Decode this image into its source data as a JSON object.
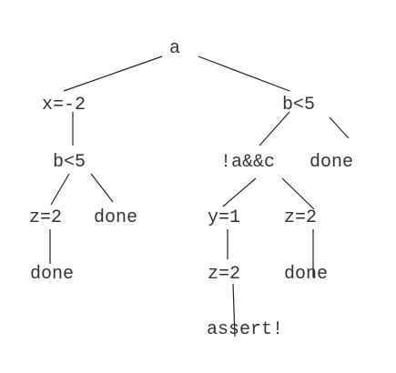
{
  "tree": {
    "root": "a",
    "nodes": {
      "a": "a",
      "x_eq_m2": "x=-2",
      "b_lt_5_right": "b<5",
      "b_lt_5_left": "b<5",
      "not_a_and_c": "!a&&c",
      "done_right_top": "done",
      "z_eq_2_left": "z=2",
      "done_left_mid": "done",
      "y_eq_1": "y=1",
      "z_eq_2_right": "z=2",
      "done_left_bottom": "done",
      "z_eq_2_under_y": "z=2",
      "done_right_bottom": "done",
      "assert": "assert!"
    }
  }
}
